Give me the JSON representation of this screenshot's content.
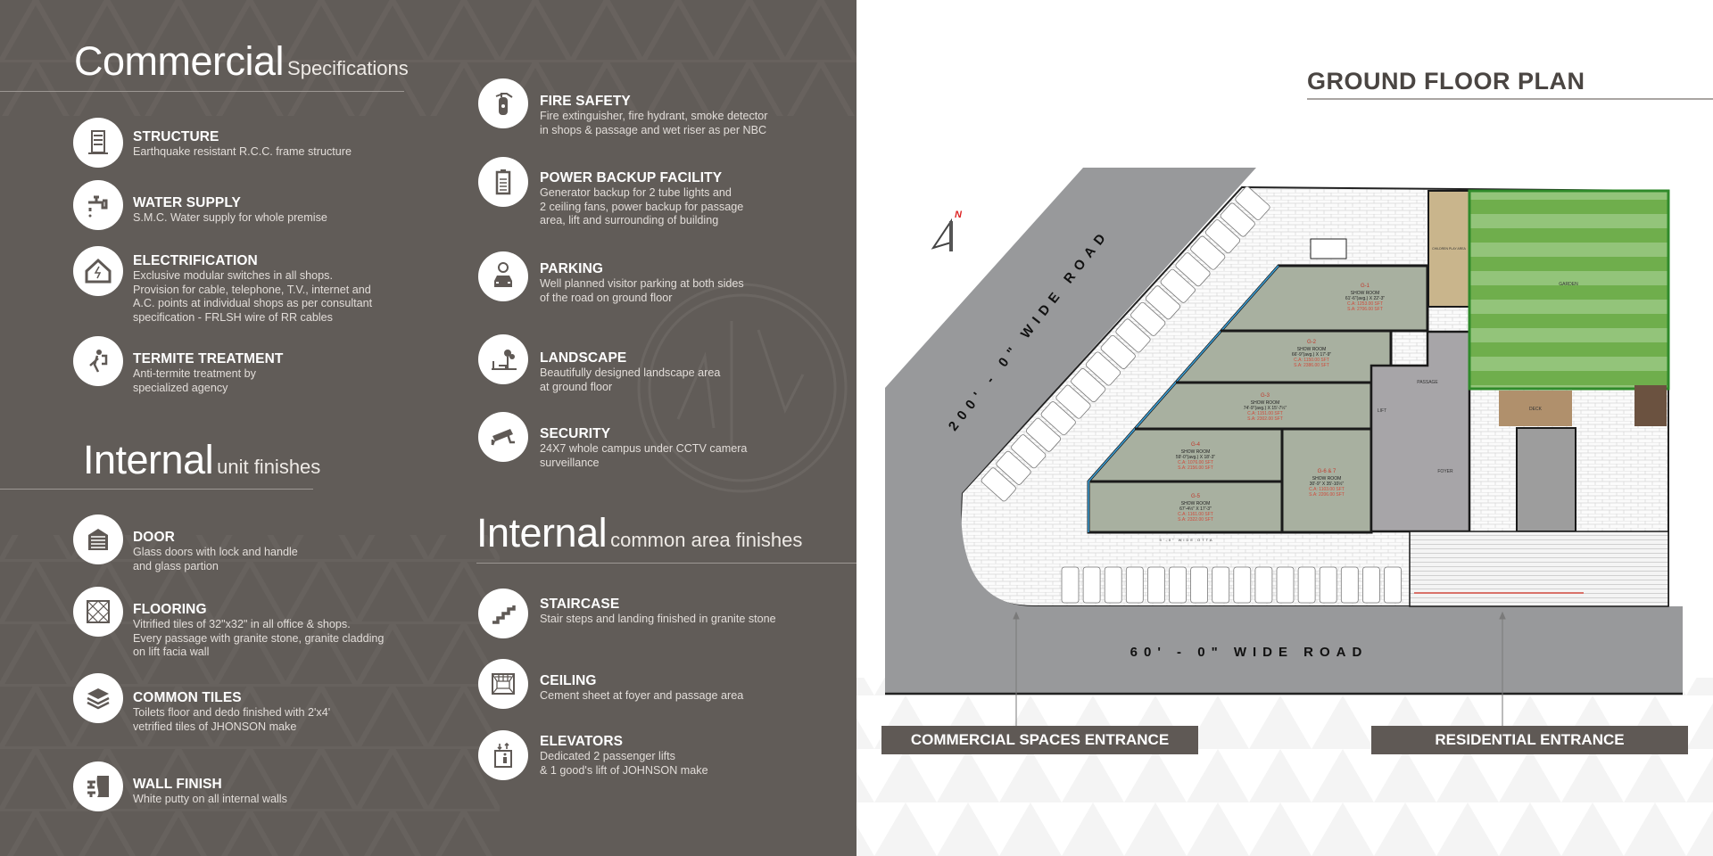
{
  "commercial": {
    "title_big": "Commercial",
    "title_small": "Specifications",
    "items": [
      {
        "icon": "building-icon",
        "title": "STRUCTURE",
        "desc": "Earthquake resistant R.C.C. frame structure"
      },
      {
        "icon": "water-tap-icon",
        "title": "WATER SUPPLY",
        "desc": "S.M.C. Water supply for whole premise"
      },
      {
        "icon": "house-lightning-icon",
        "title": "ELECTRIFICATION",
        "desc": "Exclusive modular switches in all shops.\nProvision for cable, telephone, T.V., internet and\nA.C. points at individual shops as per consultant\nspecification - FRLSH wire of RR cables"
      },
      {
        "icon": "pest-spray-icon",
        "title": "TERMITE TREATMENT",
        "desc": "Anti-termite treatment by\nspecialized agency"
      },
      {
        "icon": "fire-extinguisher-icon",
        "title": "FIRE SAFETY",
        "desc": "Fire extinguisher, fire hydrant, smoke detector\nin shops & passage and wet riser as per NBC"
      },
      {
        "icon": "battery-icon",
        "title": "POWER BACKUP FACILITY",
        "desc": "Generator backup for 2 tube lights and\n2 ceiling fans, power backup for passage\narea, lift and surrounding of building"
      },
      {
        "icon": "car-parking-icon",
        "title": "PARKING",
        "desc": "Well planned visitor parking at both sides\nof the road on ground floor"
      },
      {
        "icon": "landscape-icon",
        "title": "LANDSCAPE",
        "desc": "Beautifully designed landscape area\nat ground floor"
      },
      {
        "icon": "cctv-camera-icon",
        "title": "SECURITY",
        "desc": "24X7 whole campus under CCTV camera\nsurveillance"
      }
    ]
  },
  "unit_finishes": {
    "title_big": "Internal",
    "title_small": "unit finishes",
    "items": [
      {
        "icon": "door-icon",
        "title": "DOOR",
        "desc": "Glass doors with lock and handle\nand glass partion"
      },
      {
        "icon": "floor-tiles-icon",
        "title": "FLOORING",
        "desc": "Vitrified tiles of 32\"x32\" in all office & shops.\nEvery passage with granite stone, granite cladding\non lift facia wall"
      },
      {
        "icon": "layers-icon",
        "title": "COMMON TILES",
        "desc": "Toilets floor and dedo finished with 2'x4'\nvetrified tiles of JHONSON make"
      },
      {
        "icon": "wall-icon",
        "title": "WALL FINISH",
        "desc": "White putty on all internal walls"
      }
    ]
  },
  "common_finishes": {
    "title_big": "Internal",
    "title_small": "common area finishes",
    "items": [
      {
        "icon": "staircase-icon",
        "title": "STAIRCASE",
        "desc": "Stair steps and landing finished in granite stone"
      },
      {
        "icon": "ceiling-icon",
        "title": "CEILING",
        "desc": "Cement sheet at foyer and passage area"
      },
      {
        "icon": "elevator-icon",
        "title": "ELEVATORS",
        "desc": "Dedicated 2 passenger lifts\n& 1 good's lift of JOHNSON make"
      }
    ]
  },
  "plan": {
    "title": "GROUND FLOOR PLAN",
    "north": "N",
    "road_diagonal": "200' - 0\" WIDE ROAD",
    "road_bottom": "60' - 0\" WIDE ROAD",
    "commercial_entrance": "COMMERCIAL SPACES ENTRANCE",
    "residential_entrance": "RESIDENTIAL ENTRANCE",
    "shops": [
      {
        "id": "G-1",
        "type": "SHOW ROOM",
        "size": "61'-6\"(avg.) X 22'-3\"",
        "ca": "C.A: 1253.00 SFT",
        "sa": "S.A: 2706.00 SFT"
      },
      {
        "id": "G-2",
        "type": "SHOW ROOM",
        "size": "66'-9\"(avg.) X 17'-9\"",
        "ca": "C.A: 1150.00 SFT",
        "sa": "S.A: 2386.00 SFT"
      },
      {
        "id": "G-3",
        "type": "SHOW ROOM",
        "size": "74'-9\"(avg.) X 15'-7½\"",
        "ca": "C.A: 1151.00 SFT",
        "sa": "S.A: 2302.00 SFT"
      },
      {
        "id": "G-4",
        "type": "SHOW ROOM",
        "size": "59'-0\"(avg.) X 18'-3\"",
        "ca": "C.A: 1076.00 SFT",
        "sa": "S.A: 2156.00 SFT"
      },
      {
        "id": "G-5",
        "type": "SHOW ROOM",
        "size": "67'-4½\" X 17'-3\"",
        "ca": "C.A: 1161.00 SFT",
        "sa": "S.A: 2322.00 SFT"
      },
      {
        "id": "G-6 & 7",
        "type": "SHOW ROOM",
        "size": "30'-9\" X 35'-10½\"",
        "ca": "C.A: 1103.00 SFT",
        "sa": "S.A: 2206.00 SFT"
      }
    ],
    "labels": {
      "passage": "PASSAGE",
      "foyer": "FOYER",
      "lift": "LIFT",
      "deck": "DECK",
      "garden": "GARDEN",
      "play": "CHILDREN PLAY AREA",
      "otta": "5'-0\" WIDE OTTA"
    }
  }
}
